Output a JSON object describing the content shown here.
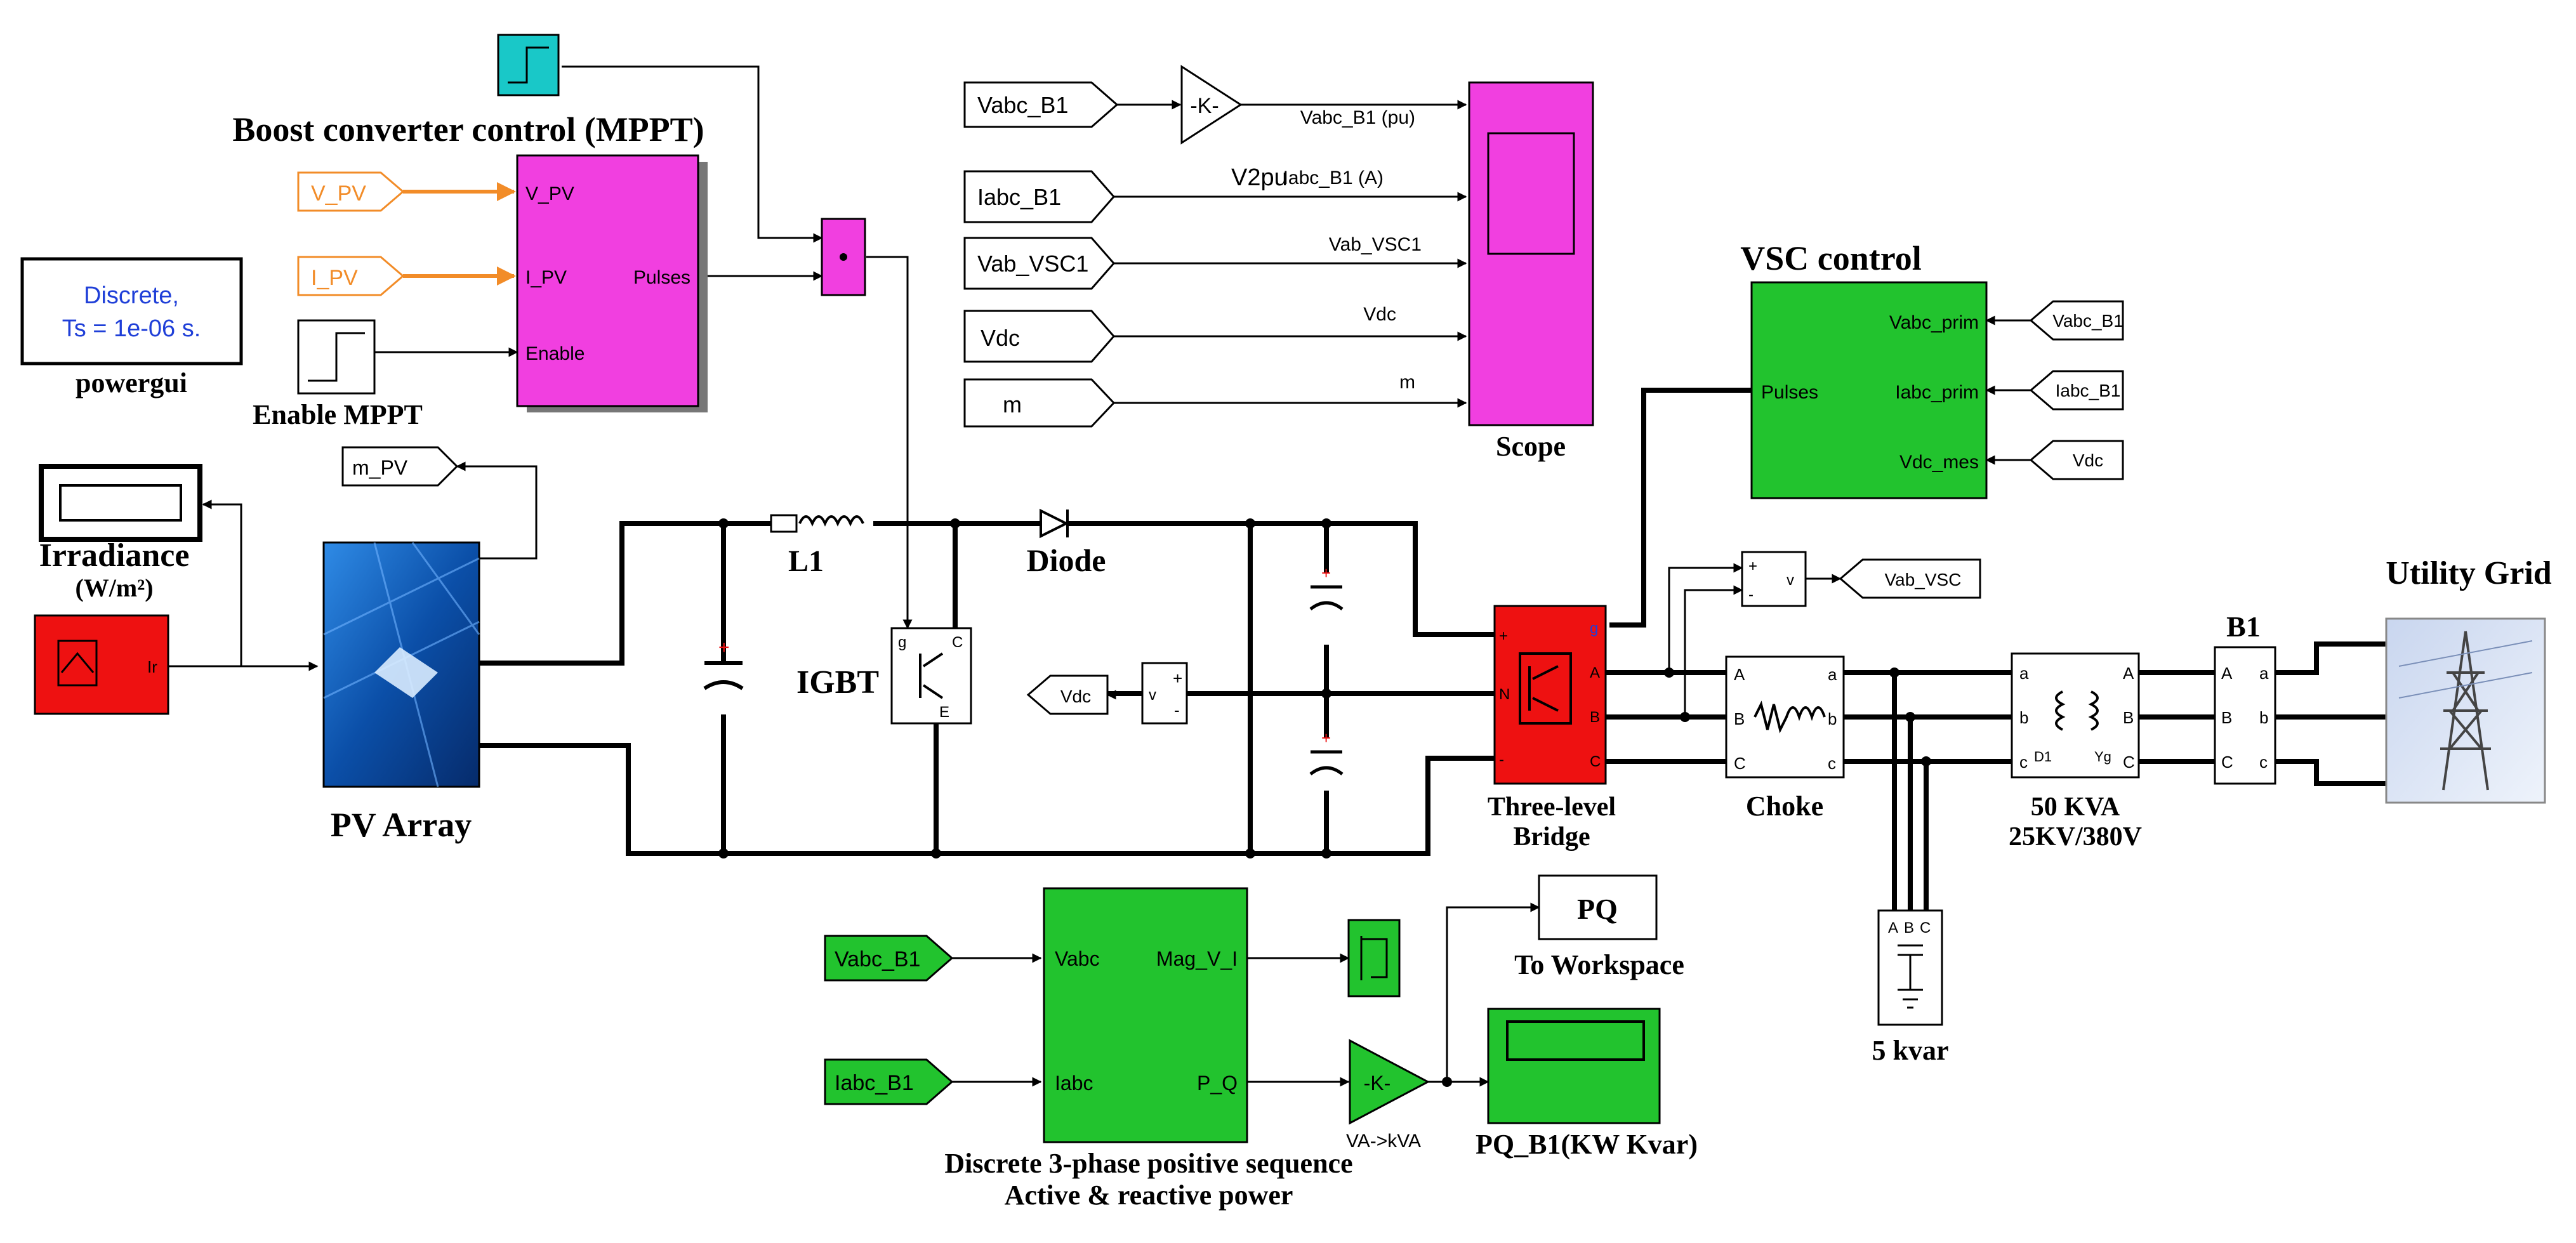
{
  "powergui": {
    "line1": "Discrete,",
    "line2": "Ts = 1e-06 s.",
    "caption": "powergui"
  },
  "boost_control": {
    "title": "Boost converter control (MPPT)",
    "port_vpv": "V_PV",
    "port_ipv": "I_PV",
    "port_enable": "Enable",
    "port_pulses": "Pulses"
  },
  "tags": {
    "v_pv": "V_PV",
    "i_pv": "I_PV",
    "m_pv": "m_PV",
    "vabc_b1": "Vabc_B1",
    "iabc_b1": "Iabc_B1",
    "vab_vsc1": "Vab_VSC1",
    "vdc": "Vdc",
    "m": "m",
    "vsc_vabc_b1": "Vabc_B1",
    "vsc_iabc_b1": "Iabc_B1",
    "vsc_vdc": "Vdc",
    "vab_vsc": "Vab_VSC",
    "meas_vdc": "Vdc",
    "pq_vabc_b1": "Vabc_B1",
    "pq_iabc_b1": "Iabc_B1"
  },
  "enable_mppt": "Enable MPPT",
  "gain_v2pu": {
    "symbol": "-K-",
    "name": "V2pu"
  },
  "scope": {
    "name": "Scope",
    "in1": "Vabc_B1 (pu)",
    "in2": "Iabc_B1 (A)",
    "in3": "Vab_VSC1",
    "in4": "Vdc",
    "in5": "m"
  },
  "vsc_control": {
    "title": "VSC control",
    "port_pulses": "Pulses",
    "port_vabc": "Vabc_prim",
    "port_iabc": "Iabc_prim",
    "port_vdc": "Vdc_mes"
  },
  "irradiance": {
    "title": "Irradiance",
    "unit": "(W/m²)",
    "port": "Ir"
  },
  "pv_array": "PV Array",
  "l1": "L1",
  "diode": "Diode",
  "igbt": {
    "name": "IGBT",
    "g": "g",
    "c": "C",
    "e": "E"
  },
  "bridge": {
    "name1": "Three-level",
    "name2": "Bridge",
    "g": "g",
    "p": "+",
    "n": "N",
    "m": "-",
    "a": "A",
    "b": "B",
    "c": "C"
  },
  "vmeas": {
    "p": "+",
    "m": "-",
    "v": "v"
  },
  "choke": {
    "name": "Choke",
    "A": "A",
    "B": "B",
    "C": "C",
    "a": "a",
    "b": "b",
    "c": "c"
  },
  "cap_bank": {
    "name": "5 kvar",
    "A": "A",
    "B": "B",
    "C": "C"
  },
  "transformer": {
    "name1": "50 KVA",
    "name2": "25KV/380V",
    "a": "a",
    "b": "b",
    "c": "c",
    "A": "A",
    "B": "B",
    "C": "C",
    "d1": "D1",
    "yg": "Yg"
  },
  "b1": {
    "name": "B1",
    "A": "A",
    "B": "B",
    "C": "C",
    "a": "a",
    "b": "b",
    "c": "c"
  },
  "grid": "Utility Grid",
  "pq_block": {
    "port_vabc": "Vabc",
    "port_iabc": "Iabc",
    "out_mag": "Mag_V_I",
    "out_pq": "P_Q",
    "caption1": "Discrete 3-phase positive sequence",
    "caption2": "Active & reactive power"
  },
  "gain_kva": {
    "symbol": "-K-",
    "name": "VA->kVA"
  },
  "to_workspace": {
    "var": "PQ",
    "name": "To Workspace"
  },
  "pq_display": "PQ_B1(KW  Kvar)",
  "colors": {
    "magenta": "#f13fe0",
    "green": "#22c32e",
    "red": "#ee1111",
    "cyan": "#19c8c8",
    "orange": "#f28c28",
    "blue_text": "#1f3fd8"
  }
}
